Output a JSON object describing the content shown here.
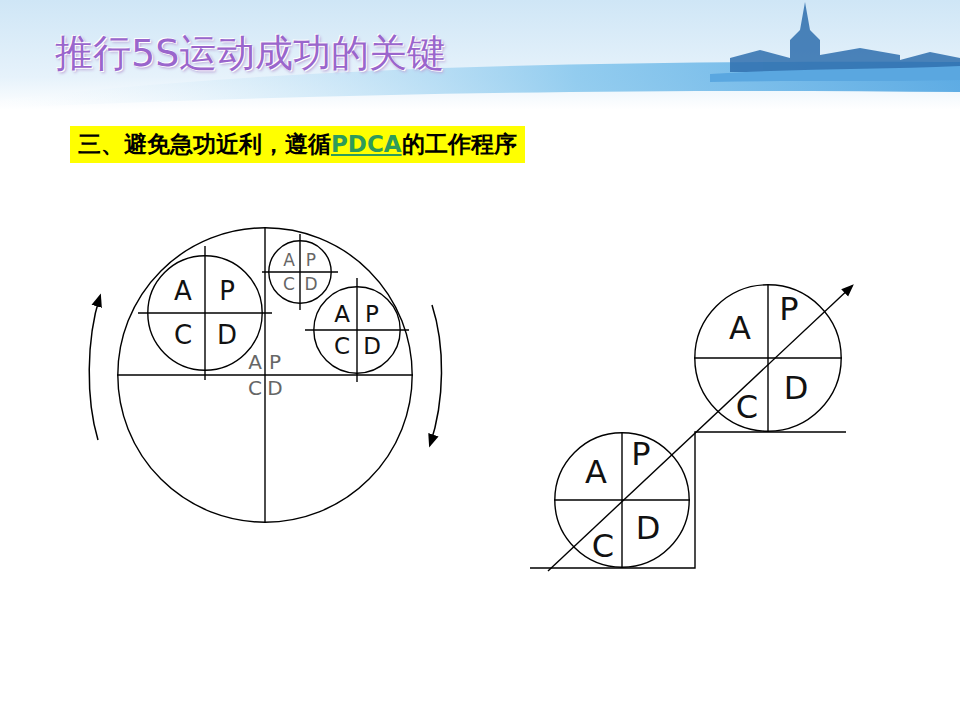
{
  "diagram": {
    "title": "推行5S运动成功的关键",
    "nodes": [
      {
        "text": [
          "A",
          "P",
          "C",
          "D"
        ]
      },
      {
        "text": [
          "A",
          "P",
          "C",
          "D"
        ],
        "in": 0
      },
      {
        "text": [
          "A",
          "P",
          "C",
          "D"
        ],
        "in": 0
      },
      {
        "text": [
          "A",
          "P",
          "C",
          "D"
        ],
        "in": 0
      },
      {
        "text": [
          "A",
          "P",
          "C",
          "D"
        ]
      },
      {
        "text": [
          "A",
          "P",
          "C",
          "D"
        ]
      }
    ],
    "labels": [
      "三、避免急功近利，遵循",
      "PDCA",
      "的工作程序"
    ]
  }
}
